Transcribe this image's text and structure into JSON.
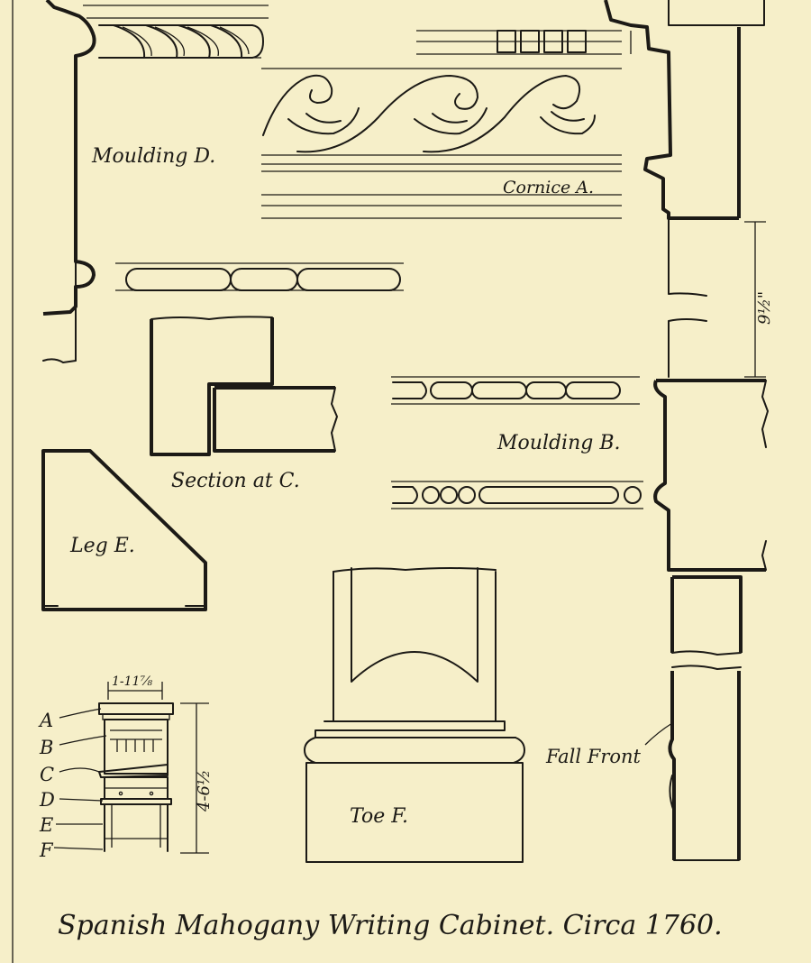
{
  "labels": {
    "moulding_d": "Moulding D.",
    "cornice_a": "Cornice A.",
    "moulding_b": "Moulding B.",
    "section_c": "Section at C.",
    "leg_e": "Leg E.",
    "toe_f": "Toe F.",
    "fall_front": "Fall Front",
    "dim_depth": "9½\"",
    "dim_width": "1-11⅞",
    "dim_height": "4-6½"
  },
  "key_letters": [
    "A",
    "B",
    "C",
    "D",
    "E",
    "F"
  ],
  "caption": "Spanish Mahogany Writing Cabinet. Circa 1760.",
  "colors": {
    "paper": "#f6efc9",
    "ink": "#1c1a16"
  }
}
